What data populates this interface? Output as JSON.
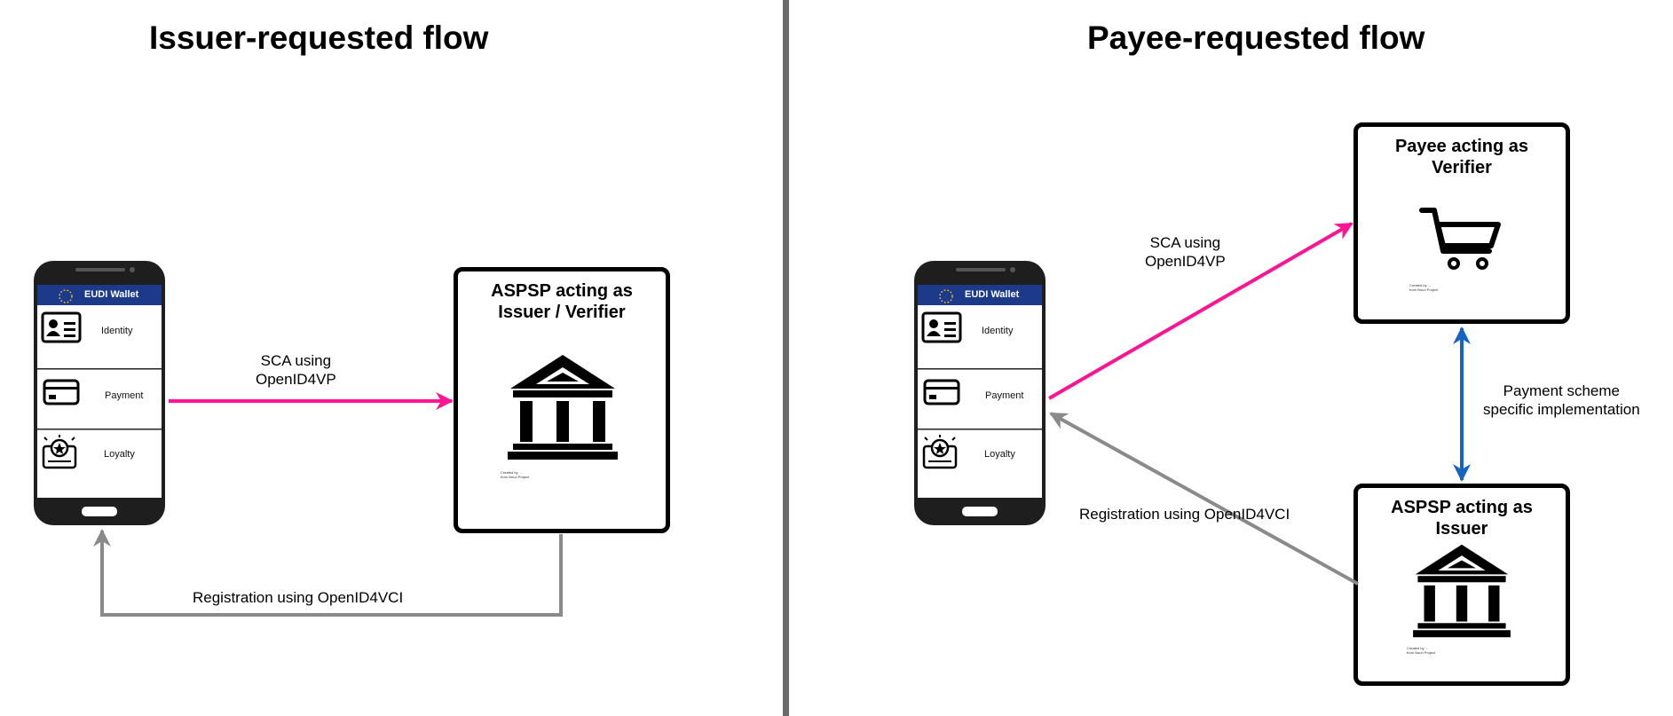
{
  "left_panel": {
    "title": "Issuer-requested flow",
    "wallet": {
      "header": "EUDI Wallet",
      "items": [
        {
          "label": "Identity",
          "icon": "id-card-icon"
        },
        {
          "label": "Payment",
          "icon": "credit-card-icon"
        },
        {
          "label": "Loyalty",
          "icon": "loyalty-card-icon"
        }
      ]
    },
    "issuer_box": {
      "title": "ASPSP acting as\nIssuer / Verifier",
      "icon": "bank-icon"
    },
    "sca_label": "SCA using\nOpenID4VP",
    "registration_label": "Registration using OpenID4VCI"
  },
  "right_panel": {
    "title": "Payee-requested flow",
    "wallet": {
      "header": "EUDI Wallet",
      "items": [
        {
          "label": "Identity",
          "icon": "id-card-icon"
        },
        {
          "label": "Payment",
          "icon": "credit-card-icon"
        },
        {
          "label": "Loyalty",
          "icon": "loyalty-card-icon"
        }
      ]
    },
    "payee_box": {
      "title": "Payee acting as\nVerifier",
      "icon": "shopping-cart-icon"
    },
    "issuer_box": {
      "title": "ASPSP acting as\nIssuer",
      "icon": "bank-icon"
    },
    "sca_label": "SCA using\nOpenID4VP",
    "registration_label": "Registration using OpenID4VCI",
    "scheme_label": "Payment scheme\nspecific implementation"
  },
  "colors": {
    "sca_arrow": "#ff1493",
    "registration_arrow": "#8a8a8a",
    "scheme_arrow": "#1565c0",
    "wallet_header": "#1d3a8a",
    "divider": "#6b6b6b"
  }
}
